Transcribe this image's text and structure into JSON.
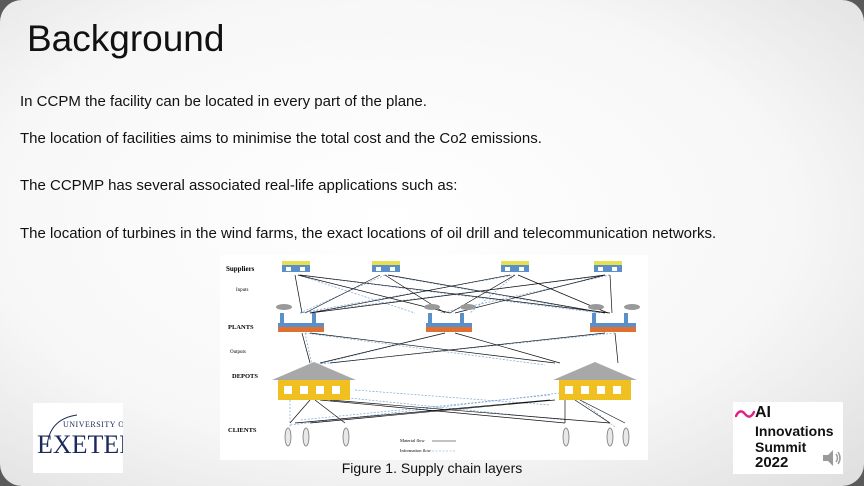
{
  "slide": {
    "title": "Background",
    "lines": [
      "In CCPM the facility can be located in every part of the plane.",
      "The location of facilities aims to minimise the total cost and the Co2 emissions.",
      "The CCPMP has several associated real-life applications such as:",
      "The location of turbines in the wind farms, the exact locations of oil drill and telecommunication networks."
    ],
    "figure": {
      "caption": "Figure 1. Supply chain layers",
      "labels": {
        "suppliers": "Suppliers",
        "inputs": "Inputs",
        "plants": "PLANTS",
        "outputs": "Outputs",
        "depots": "DEPOTS",
        "clients": "CLIENTS"
      },
      "legend": {
        "material": "Material flow",
        "information": "Information flow"
      }
    }
  },
  "logos": {
    "exeter_top": "UNIVERSITY OF",
    "exeter_main": "EXETER",
    "ai_line1": "AI",
    "ai_line2": "Innovations",
    "ai_line3": "Summit",
    "ai_line4": "2022"
  },
  "colors": {
    "brand_pink": "#e0218a",
    "exeter_navy": "#1b2a5a",
    "depot_roof": "#a8a8a8",
    "depot_body": "#f0c020",
    "plant_orange": "#e07030",
    "supplier_blue": "#5b8fc9",
    "info_line": "#7aa6d8"
  }
}
